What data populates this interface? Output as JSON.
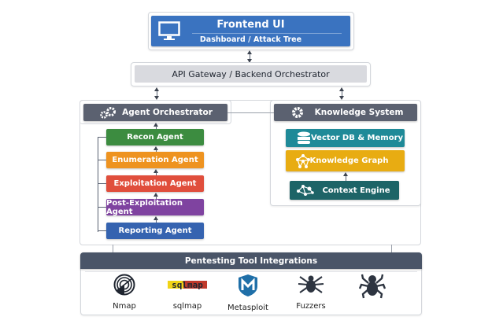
{
  "frontend": {
    "title": "Frontend UI",
    "subtitle": "Dashboard / Attack Tree",
    "icon": "monitor-icon",
    "color": "#3a73c0"
  },
  "gateway": {
    "title": "API Gateway / Backend Orchestrator"
  },
  "agent_orchestrator": {
    "title": "Agent Orchestrator",
    "icon": "gears-icon",
    "agents": [
      {
        "label": "Recon Agent",
        "color": "#3c8c40"
      },
      {
        "label": "Enumeration Agent",
        "color": "#ee9320"
      },
      {
        "label": "Exploitation Agent",
        "color": "#e04e3c"
      },
      {
        "label": "Post-Exploitation Agent",
        "color": "#7f43a0"
      },
      {
        "label": "Reporting Agent",
        "color": "#3563b0"
      }
    ]
  },
  "knowledge": {
    "title": "Knowledge System",
    "icon": "gear-icon",
    "items": [
      {
        "label": "Vector DB & Memory",
        "icon": "database-icon",
        "color": "#1f8a98"
      },
      {
        "label": "Knowledge Graph",
        "icon": "graph-icon",
        "color": "#e8ac12"
      },
      {
        "label": "Context Engine",
        "icon": "network-icon",
        "color": "#1d6467"
      }
    ]
  },
  "tools": {
    "title": "Pentesting Tool Integrations",
    "items": [
      {
        "label": "Nmap",
        "icon": "radar-icon"
      },
      {
        "label": "sqlmap",
        "icon": "sqlmap-logo"
      },
      {
        "label": "Metasploit",
        "icon": "metasploit-shield-icon"
      },
      {
        "label": "Fuzzers",
        "icon": "bug-icon"
      },
      {
        "label": "",
        "icon": "spider-icon"
      }
    ]
  }
}
